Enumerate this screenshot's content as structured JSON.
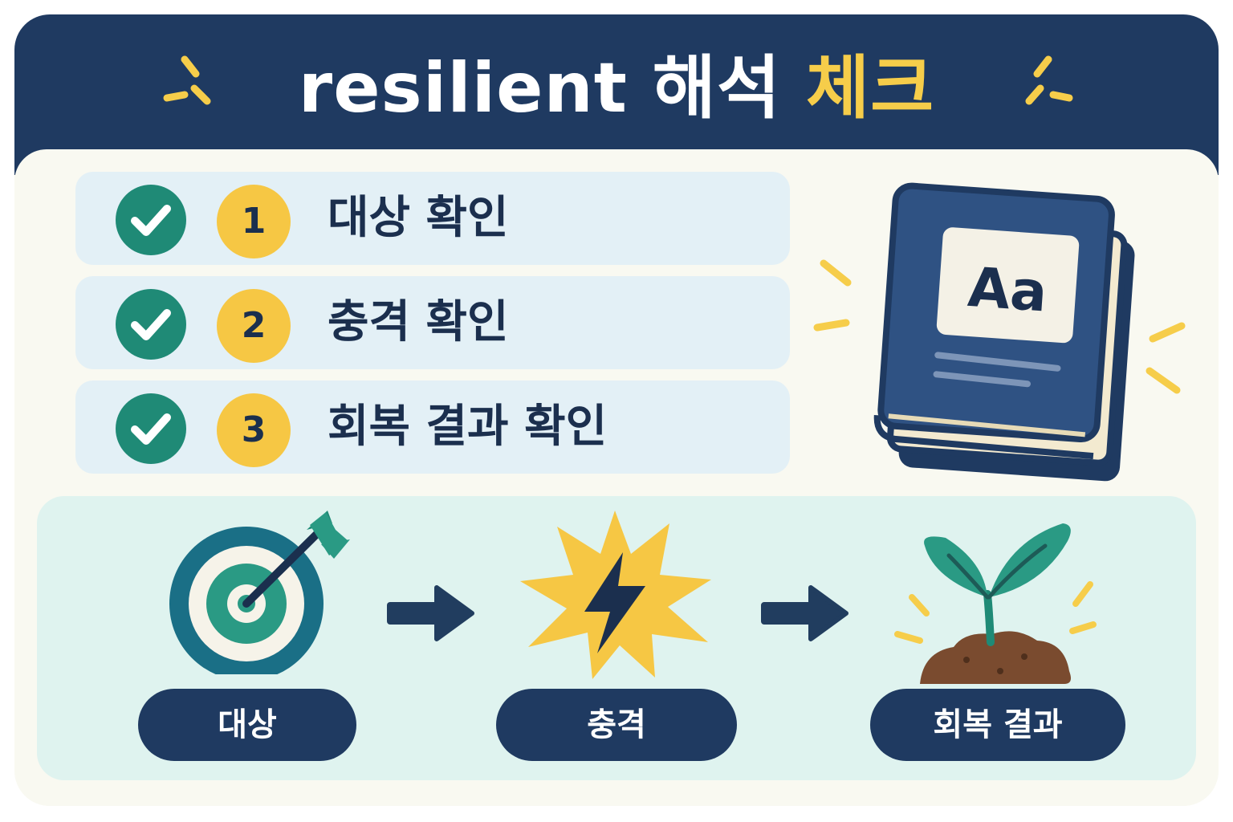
{
  "title": {
    "word": "resilient",
    "middle": "해석",
    "highlight": "체크"
  },
  "checklist": [
    {
      "number": "1",
      "label": "대상 확인"
    },
    {
      "number": "2",
      "label": "충격 확인"
    },
    {
      "number": "3",
      "label": "회복 결과 확인"
    }
  ],
  "book": {
    "cover_text": "Aa"
  },
  "flow": {
    "steps": [
      {
        "label": "대상",
        "icon": "target-icon"
      },
      {
        "label": "충격",
        "icon": "lightning-burst-icon"
      },
      {
        "label": "회복 결과",
        "icon": "sprout-icon"
      }
    ]
  },
  "colors": {
    "navy": "#1f3a61",
    "yellow": "#f6cd4a",
    "teal": "#1f8a76",
    "row_bg": "#e3f0f6",
    "flow_bg": "#dff3ef"
  }
}
